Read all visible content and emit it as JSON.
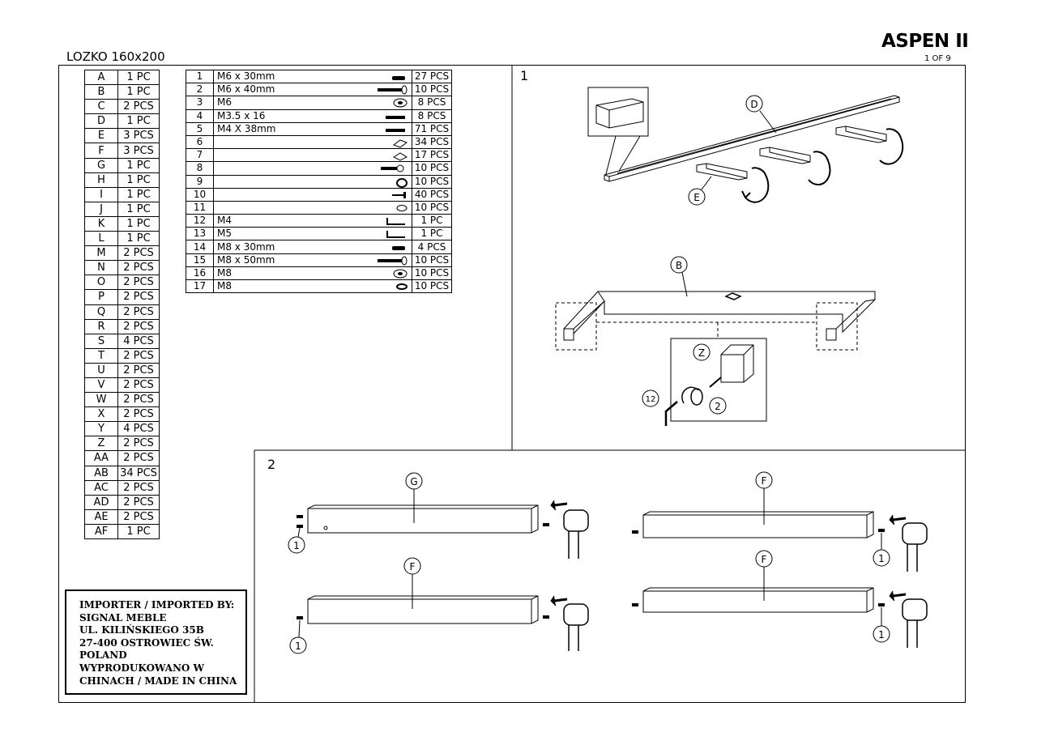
{
  "header": {
    "doc_title": "LOZKO 160x200",
    "brand": "ASPEN II",
    "page": "1 OF 9"
  },
  "letter_parts": [
    {
      "id": "A",
      "qty": "1 PC"
    },
    {
      "id": "B",
      "qty": "1 PC"
    },
    {
      "id": "C",
      "qty": "2 PCS"
    },
    {
      "id": "D",
      "qty": "1 PC"
    },
    {
      "id": "E",
      "qty": "3 PCS"
    },
    {
      "id": "F",
      "qty": "3 PCS"
    },
    {
      "id": "G",
      "qty": "1 PC"
    },
    {
      "id": "H",
      "qty": "1 PC"
    },
    {
      "id": "I",
      "qty": "1 PC"
    },
    {
      "id": "J",
      "qty": "1 PC"
    },
    {
      "id": "K",
      "qty": "1 PC"
    },
    {
      "id": "L",
      "qty": "1 PC"
    },
    {
      "id": "M",
      "qty": "2 PCS"
    },
    {
      "id": "N",
      "qty": "2 PCS"
    },
    {
      "id": "O",
      "qty": "2 PCS"
    },
    {
      "id": "P",
      "qty": "2 PCS"
    },
    {
      "id": "Q",
      "qty": "2 PCS"
    },
    {
      "id": "R",
      "qty": "2 PCS"
    },
    {
      "id": "S",
      "qty": "4 PCS"
    },
    {
      "id": "T",
      "qty": "2 PCS"
    },
    {
      "id": "U",
      "qty": "2 PCS"
    },
    {
      "id": "V",
      "qty": "2 PCS"
    },
    {
      "id": "W",
      "qty": "2 PCS"
    },
    {
      "id": "X",
      "qty": "2 PCS"
    },
    {
      "id": "Y",
      "qty": "4 PCS"
    },
    {
      "id": "Z",
      "qty": "2 PCS"
    },
    {
      "id": "AA",
      "qty": "2 PCS"
    },
    {
      "id": "AB",
      "qty": "34 PCS"
    },
    {
      "id": "AC",
      "qty": "2 PCS"
    },
    {
      "id": "AD",
      "qty": "2 PCS"
    },
    {
      "id": "AE",
      "qty": "2 PCS"
    },
    {
      "id": "AF",
      "qty": "1 PC"
    }
  ],
  "hardware": [
    {
      "no": "1",
      "spec": "M6 x 30mm",
      "qty": "27 PCS",
      "icon": "bolt-short-icon"
    },
    {
      "no": "2",
      "spec": "M6 x 40mm",
      "qty": "10 PCS",
      "icon": "bolt-long-icon"
    },
    {
      "no": "3",
      "spec": "M6",
      "qty": "8 PCS",
      "icon": "washer-icon"
    },
    {
      "no": "4",
      "spec": "M3.5 x 16",
      "qty": "8 PCS",
      "icon": "screw-short-icon"
    },
    {
      "no": "5",
      "spec": "M4 X 38mm",
      "qty": "71 PCS",
      "icon": "screw-long-icon"
    },
    {
      "no": "6",
      "spec": "",
      "qty": "34 PCS",
      "icon": "bracket-icon"
    },
    {
      "no": "7",
      "spec": "",
      "qty": "17 PCS",
      "icon": "plate-icon"
    },
    {
      "no": "8",
      "spec": "",
      "qty": "10 PCS",
      "icon": "connector-icon"
    },
    {
      "no": "9",
      "spec": "",
      "qty": "10 PCS",
      "icon": "cam-lock-icon"
    },
    {
      "no": "10",
      "spec": "",
      "qty": "40 PCS",
      "icon": "nail-icon"
    },
    {
      "no": "11",
      "spec": "",
      "qty": "10 PCS",
      "icon": "pad-icon"
    },
    {
      "no": "12",
      "spec": "M4",
      "qty": "1 PC",
      "icon": "allen-key-icon"
    },
    {
      "no": "13",
      "spec": "M5",
      "qty": "1 PC",
      "icon": "allen-key-icon"
    },
    {
      "no": "14",
      "spec": "M8 x 30mm",
      "qty": "4 PCS",
      "icon": "bolt-short-icon"
    },
    {
      "no": "15",
      "spec": "M8 x 50mm",
      "qty": "10 PCS",
      "icon": "bolt-long-icon"
    },
    {
      "no": "16",
      "spec": "M8",
      "qty": "10 PCS",
      "icon": "washer-icon"
    },
    {
      "no": "17",
      "spec": "M8",
      "qty": "10 PCS",
      "icon": "nut-icon"
    }
  ],
  "importer": [
    "IMPORTER / IMPORTED BY:",
    "SIGNAL MEBLE",
    "UL. KILIŃSKIEGO 35B",
    "27-400 OSTROWIEC ŚW.",
    "POLAND",
    "WYPRODUKOWANO W",
    "CHINACH / MADE IN CHINA"
  ],
  "step1": {
    "number": "1",
    "labels": {
      "d": "D",
      "e": "E",
      "b": "B",
      "z": "Z",
      "n12": "12",
      "n2": "2"
    }
  },
  "step2": {
    "number": "2",
    "labels": {
      "g": "G",
      "f1": "F",
      "f2": "F",
      "f3": "F",
      "one": "1"
    }
  }
}
